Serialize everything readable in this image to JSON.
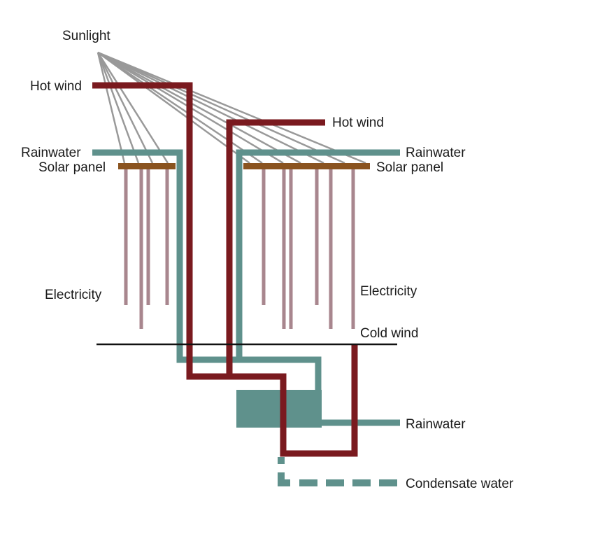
{
  "labels": {
    "sunlight": "Sunlight",
    "hot_wind_left": "Hot wind",
    "hot_wind_right": "Hot wind",
    "rainwater_left": "Rainwater",
    "rainwater_right": "Rainwater",
    "solar_panel_left": "Solar panel",
    "solar_panel_right": "Solar panel",
    "electricity_left": "Electricity",
    "electricity_right": "Electricity",
    "cold_wind": "Cold wind",
    "rainwater_bottom": "Rainwater",
    "condensate_water": "Condensate water"
  },
  "colors": {
    "hot_wind": "#7a1a1f",
    "water": "#5f918c",
    "solar_panel": "#8a531f",
    "electricity": "#a8868e",
    "sunlight": "#999999",
    "ground": "#111111",
    "text": "#1a1a1a"
  }
}
